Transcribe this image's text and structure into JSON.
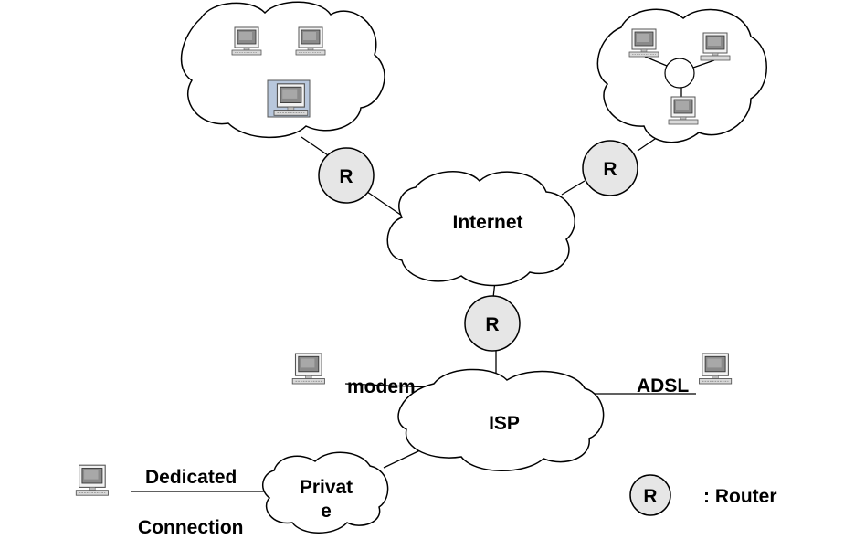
{
  "labels": {
    "internet": "Internet",
    "isp": "ISP",
    "private_line1": "Privat",
    "private_line2": "e",
    "router_symbol": "R",
    "legend_symbol": "R",
    "legend_text": ": Router",
    "modem": "modem",
    "adsl": "ADSL",
    "dedicated": "Dedicated",
    "connection": "Connection"
  },
  "icons": [
    "computer-icon",
    "router-symbol"
  ],
  "colors": {
    "router_fill": "#e6e6e6",
    "screen_fill": "#8a8a8a",
    "highlight_computer_bg": "#b8c7dc"
  }
}
